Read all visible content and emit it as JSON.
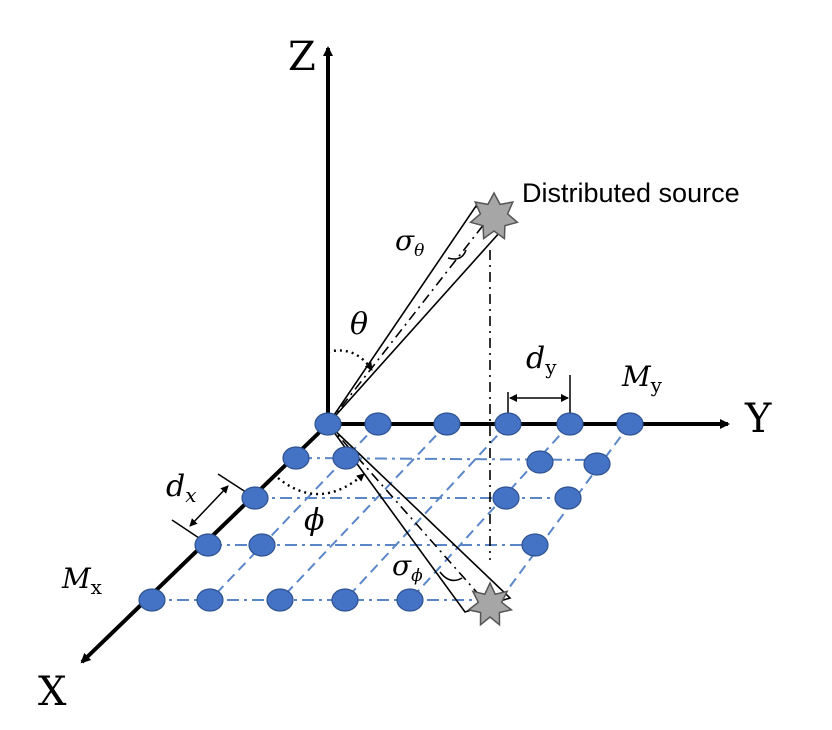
{
  "axes": {
    "x_label": "X",
    "y_label": "Y",
    "z_label": "Z"
  },
  "source": {
    "label": "Distributed source"
  },
  "symbols": {
    "sigma_theta": {
      "base": "σ",
      "sub": "θ"
    },
    "theta": "θ",
    "phi": "ϕ",
    "sigma_phi": {
      "base": "σ",
      "sub": "ϕ"
    },
    "d_x": {
      "base": "d",
      "sub": "x"
    },
    "d_y": {
      "base": "d",
      "sub": "y"
    },
    "M_x": {
      "base": "M",
      "sub": "x"
    },
    "M_y": {
      "base": "M",
      "sub": "y"
    }
  },
  "colors": {
    "sensor": "#4472c4",
    "grid": "#5b87c8",
    "source_star": "#a6a6a6"
  }
}
